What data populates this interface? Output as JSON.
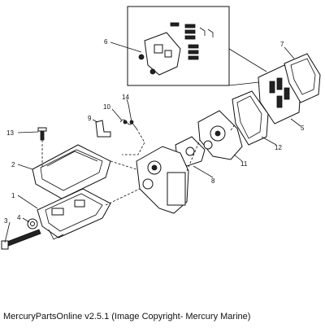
{
  "diagram": {
    "callouts": [
      "1",
      "2",
      "3",
      "4",
      "5",
      "6",
      "7",
      "8",
      "9",
      "10",
      "11",
      "12",
      "13",
      "14"
    ]
  },
  "caption": "MercuryPartsOnline v2.5.1 (Image Copyright- Mercury Marine)"
}
